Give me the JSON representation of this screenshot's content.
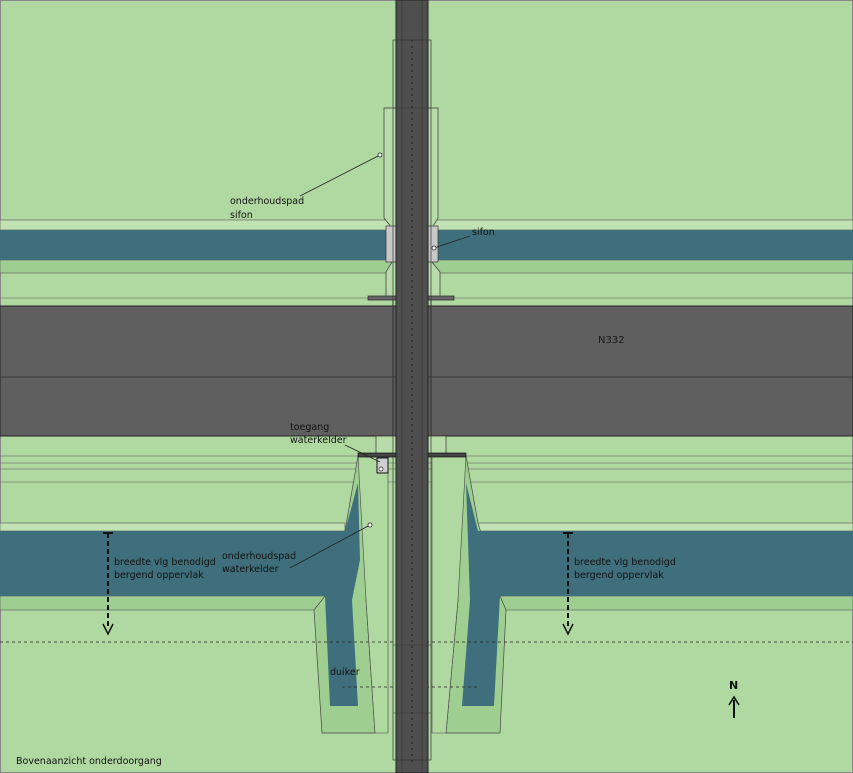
{
  "labels": {
    "onderhoudspad_sifon": [
      "onderhoudspad",
      "sifon"
    ],
    "sifon": "sifon",
    "road": "N332",
    "toegang_waterkelder": [
      "toegang",
      "waterkelder"
    ],
    "onderhoudspad_waterkelder": [
      "onderhoudspad",
      "waterkelder"
    ],
    "breedte_left": [
      "breedte vlg benodigd",
      "bergend oppervlak"
    ],
    "breedte_right": [
      "breedte vlg benodigd",
      "bergend oppervlak"
    ],
    "duiker": "duiker",
    "north": "N",
    "caption": "Bovenaanzicht onderdoorgang"
  },
  "colors": {
    "grass": "#b0d9a2",
    "grass_light": "#c1e2b2",
    "slope": "#9fcf90",
    "water": "#3f6f7c",
    "road": "#5f5f5f",
    "path": "#4f4f4f",
    "line": "#222222"
  }
}
